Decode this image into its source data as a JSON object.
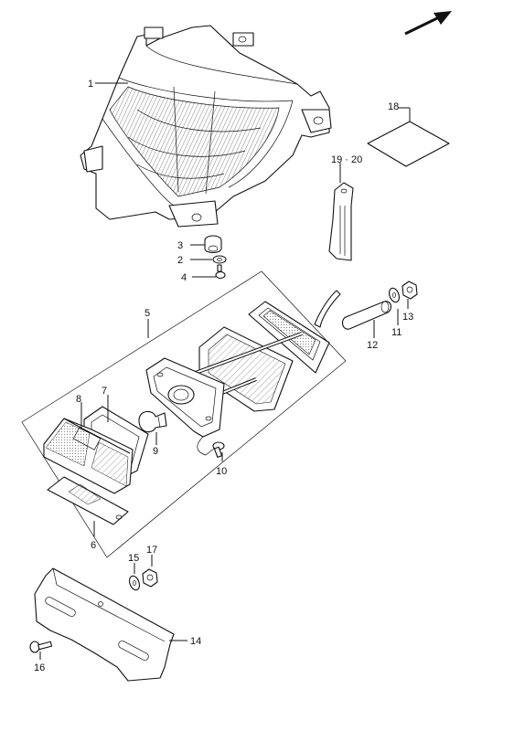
{
  "diagram": {
    "callouts": [
      {
        "id": "1",
        "label": "1"
      },
      {
        "id": "2",
        "label": "2"
      },
      {
        "id": "3",
        "label": "3"
      },
      {
        "id": "4",
        "label": "4"
      },
      {
        "id": "5",
        "label": "5"
      },
      {
        "id": "6",
        "label": "6"
      },
      {
        "id": "7",
        "label": "7"
      },
      {
        "id": "8",
        "label": "8"
      },
      {
        "id": "9",
        "label": "9"
      },
      {
        "id": "10",
        "label": "10"
      },
      {
        "id": "11",
        "label": "11"
      },
      {
        "id": "12",
        "label": "12"
      },
      {
        "id": "13",
        "label": "13"
      },
      {
        "id": "14",
        "label": "14"
      },
      {
        "id": "15",
        "label": "15"
      },
      {
        "id": "16",
        "label": "16"
      },
      {
        "id": "17",
        "label": "17"
      },
      {
        "id": "18",
        "label": "18"
      },
      {
        "id": "19_20",
        "label": "19 · 20"
      }
    ]
  }
}
